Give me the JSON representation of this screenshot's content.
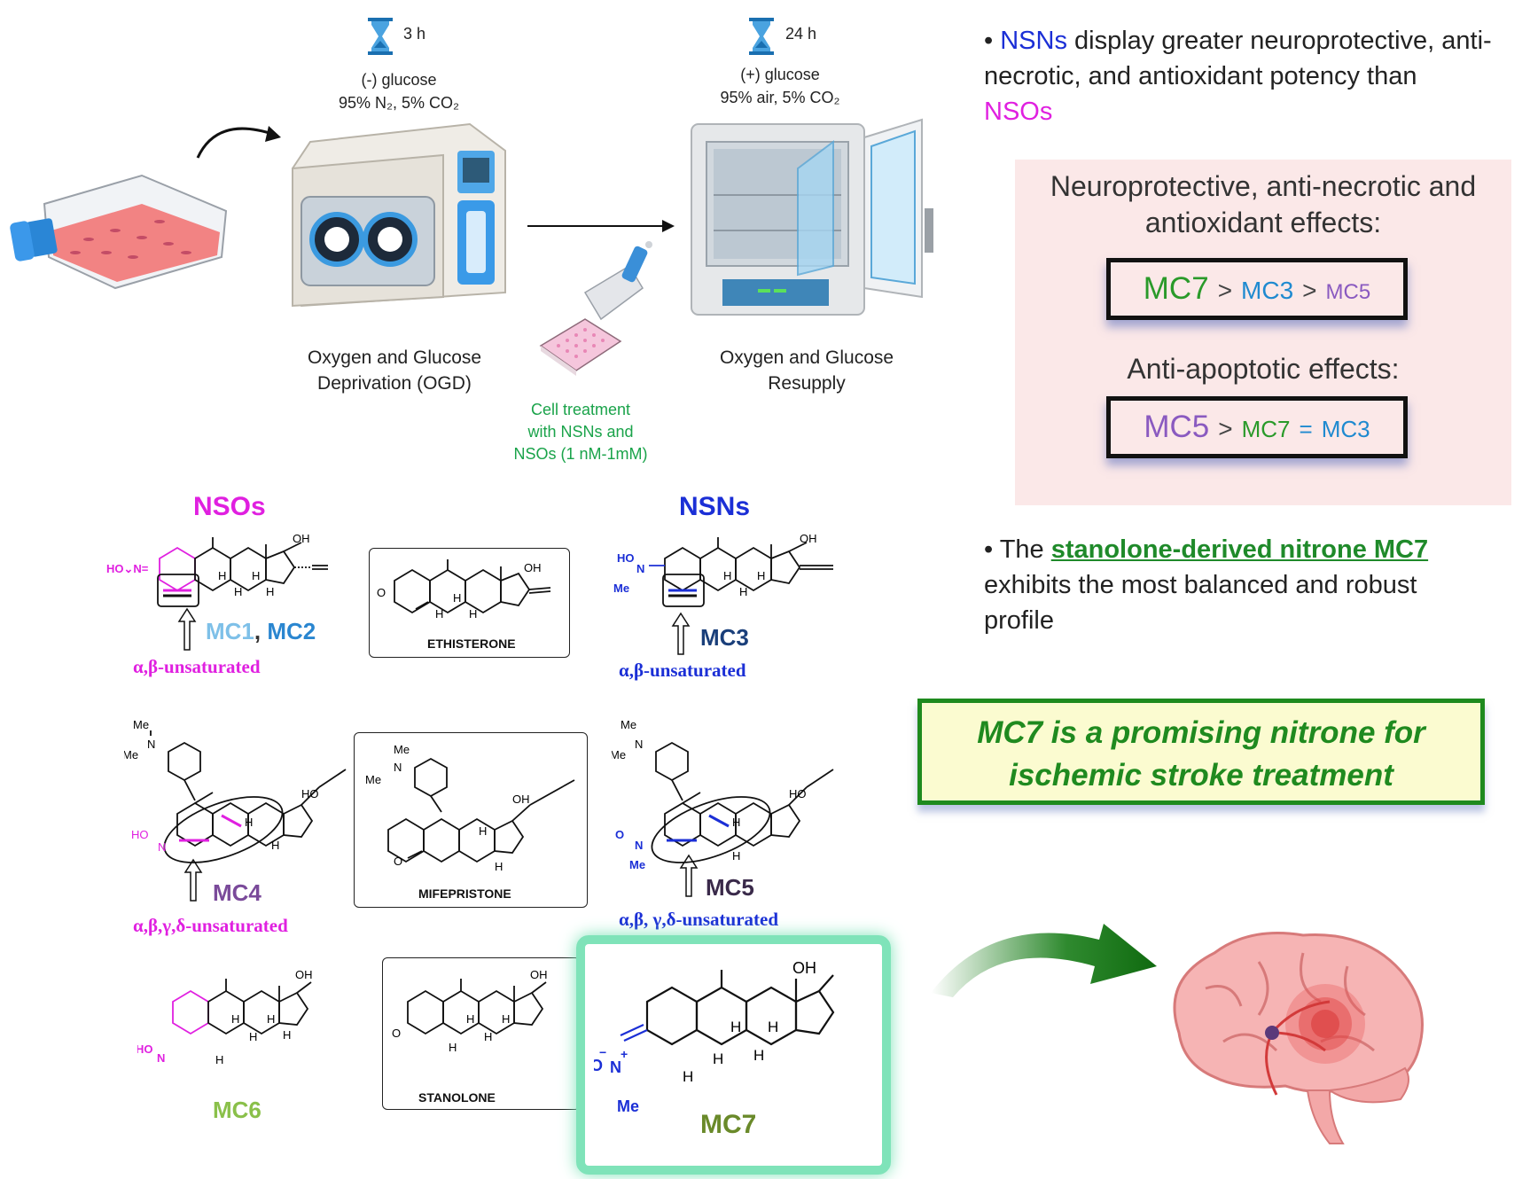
{
  "workflow": {
    "ogd_time": "3 h",
    "ogd_line1": "(-) glucose",
    "ogd_line2": "95% N₂, 5% CO₂",
    "resupply_time": "24 h",
    "resupply_line1": "(+) glucose",
    "resupply_line2": "95% air, 5% CO₂",
    "ogd_caption_1": "Oxygen and Glucose",
    "ogd_caption_2": "Deprivation (OGD)",
    "resupply_caption_1": "Oxygen and Glucose",
    "resupply_caption_2": "Resupply",
    "treatment_1": "Cell treatment",
    "treatment_2": "with NSNs and",
    "treatment_3": "NSOs (1 nM-1mM)"
  },
  "bullet1": {
    "nsns": "NSNs",
    "text1": " display greater neuroprotective, anti-",
    "text2": "necrotic, and antioxidant potency than",
    "nsos": "NSOs"
  },
  "summary": {
    "title1": "Neuroprotective, anti-necrotic and",
    "title2": "antioxidant effects:",
    "rank1": {
      "a": "MC7",
      "gt1": ">",
      "b": "MC3",
      "gt2": ">",
      "c": "MC5"
    },
    "title3": "Anti-apoptotic effects:",
    "rank2": {
      "a": "MC5",
      "gt1": ">",
      "b": "MC7",
      "eq": "=",
      "c": "MC3"
    }
  },
  "bullet2": {
    "the": "The ",
    "highlight": "stanolone-derived nitrone MC7",
    "text1": "exhibits the most balanced and robust",
    "text2": "profile"
  },
  "conclusion": {
    "line1": "MC7 is a promising nitrone for",
    "line2": "ischemic stroke treatment"
  },
  "structures": {
    "nsos_header": "NSOs",
    "nsns_header": "NSNs",
    "mc1": "MC1",
    "comma": ", ",
    "mc2": "MC2",
    "mc3": "MC3",
    "mc4": "MC4",
    "mc5": "MC5",
    "mc6": "MC6",
    "mc7": "MC7",
    "ab_unsat": "α,β-unsaturated",
    "abgd_unsat": "α,β,γ,δ-unsaturated",
    "abgd_unsat_nsn": "α,β, γ,δ-unsaturated",
    "ethisterone": "ETHISTERONE",
    "mifepristone": "MIFEPRISTONE",
    "stanolone": "STANOLONE",
    "atoms": {
      "oh": "OH",
      "ho": "HO",
      "h": "H",
      "o": "O",
      "n": "N",
      "me": "Me",
      "plus": "+",
      "minus": "−",
      "hon": "HO⌄N=",
      "hon2": "HO",
      "ho_n": "HO"
    }
  },
  "colors": {
    "nsn_blue": "#1b2fd6",
    "nso_magenta": "#e020e0",
    "mc7_green": "#2a9a2a",
    "conclusion_green": "#1f8a1f"
  },
  "icons": [
    "hourglass-icon",
    "curved-arrow-icon",
    "cell-flask-icon",
    "hypoxia-chamber-icon",
    "incubator-icon",
    "pipette-plate-icon",
    "brain-icon"
  ]
}
